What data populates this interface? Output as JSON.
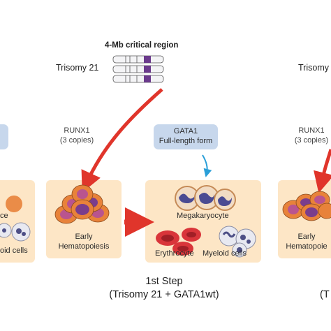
{
  "header": {
    "critical_region": "4-Mb critical region",
    "trisomy_label": "Trisomy 21",
    "trisomy_label_right": "Trisomy"
  },
  "runx1_left": {
    "line1": "RUNX1",
    "line2": "(3 copies)"
  },
  "runx1_right": {
    "line1": "RUNX1",
    "line2": "(3 copies)"
  },
  "gata1": {
    "line1": "GATA1",
    "line2": "Full-length form"
  },
  "left_panel": {
    "line1": "ce",
    "line2": "oid cells"
  },
  "early_panel": {
    "line1": "Early",
    "line2": "Hematopoiesis"
  },
  "right_early_panel": {
    "line1": "Early",
    "line2": "Hematopoie"
  },
  "center_panel": {
    "megakaryocyte": "Megakaryocyte",
    "erythrocyte": "Erythrocyte",
    "myeloid": "Myeloid cells"
  },
  "step": {
    "title": "1st Step",
    "subtitle": "(Trisomy 21 + GATA1wt)",
    "right_fragment": "(T"
  },
  "colors": {
    "panel": "#fde6c6",
    "blue_box": "#c7d7ec",
    "arrow_red": "#e0352b",
    "arrow_blue": "#2a9fd8",
    "chromosome_band": "#6b3a8c",
    "cell_purple": "#b9548f",
    "cell_orange": "#e8823a",
    "erythrocyte_red": "#d9353a"
  }
}
